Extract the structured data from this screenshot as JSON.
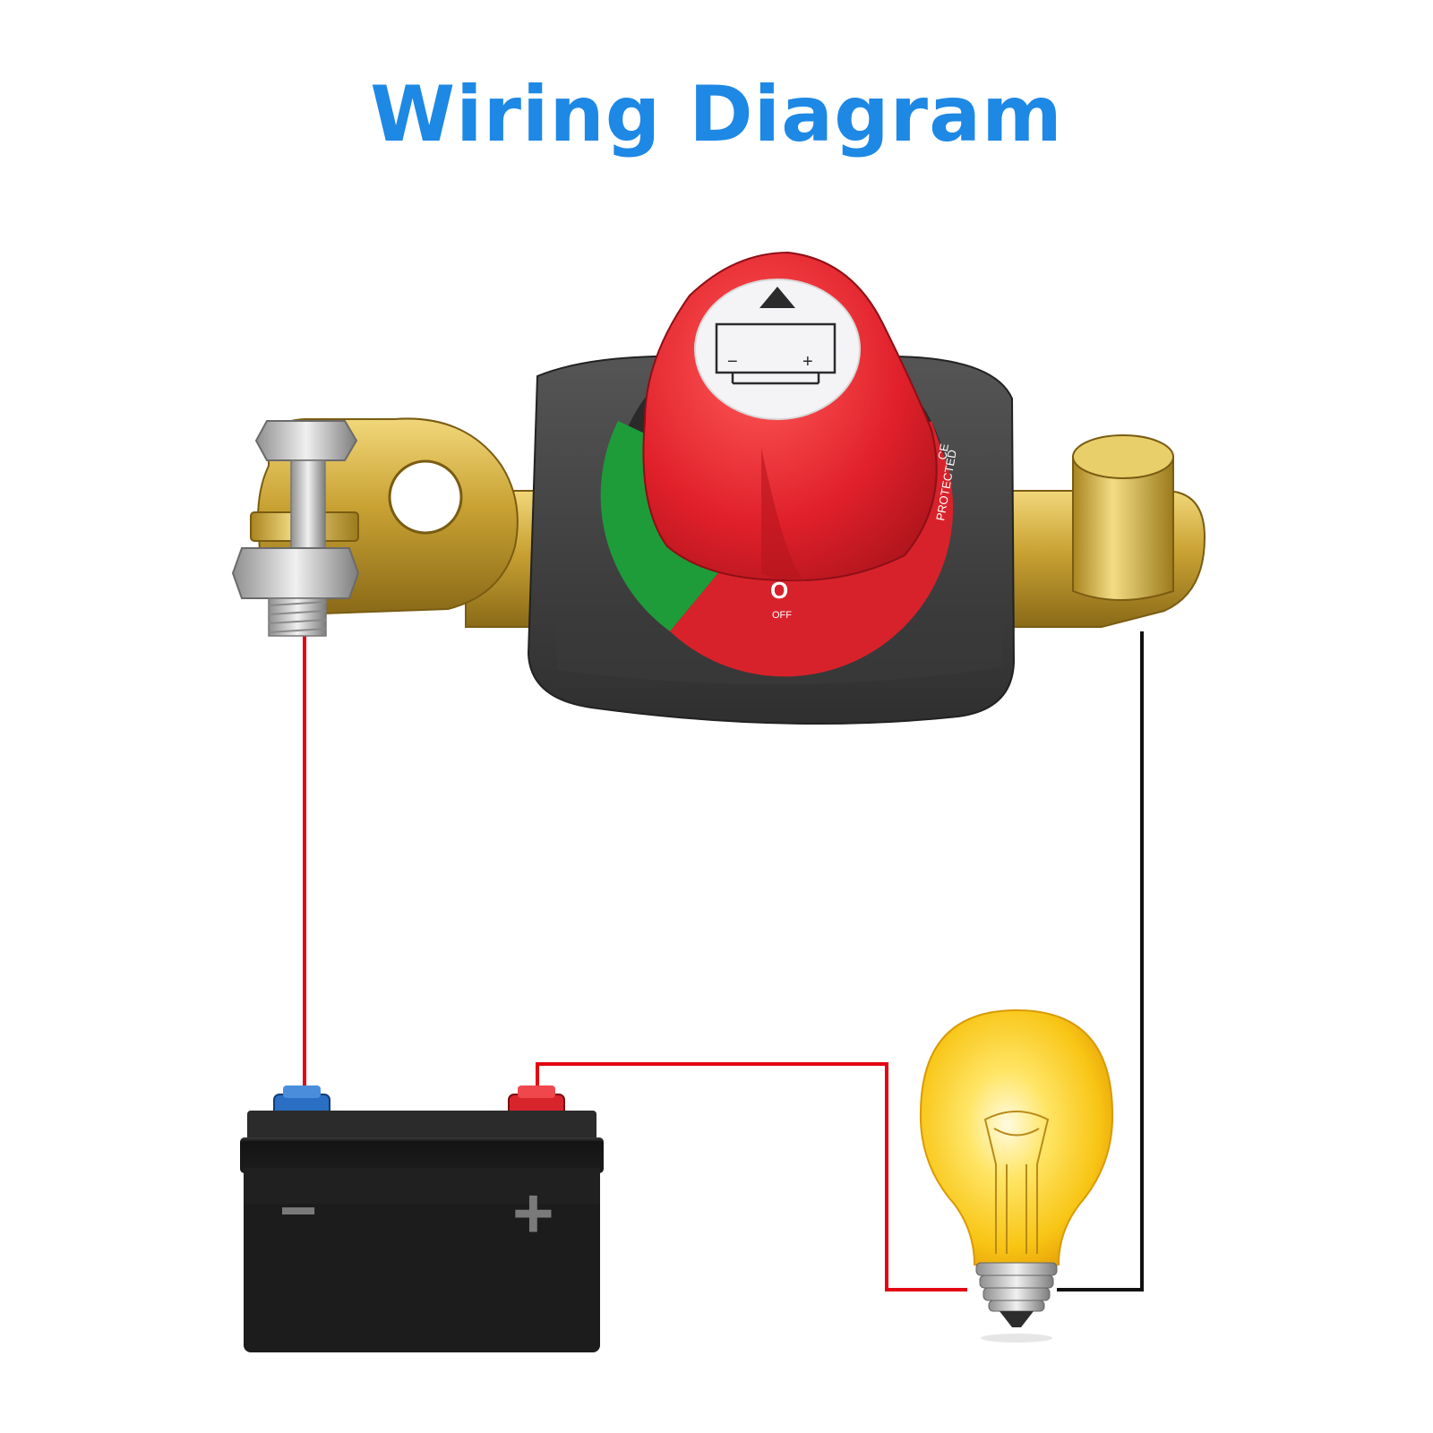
{
  "title": "Wiring Diagram",
  "colors": {
    "title": "#1e88e5",
    "positive_wire": "#e30613",
    "negative_wire": "#111111",
    "switch_base": "#444444",
    "knob": "#e0202a",
    "brass": "#c9a233",
    "battery_body": "#1c1c1c",
    "negative_terminal": "#2a6fc4",
    "positive_terminal": "#d8252c",
    "bulb": "#fcd43a"
  },
  "switch": {
    "knob_label_minus": "−",
    "knob_label_plus": "+",
    "dial_text_on": "O",
    "dial_text_off": "OFF",
    "dial_text_protected": "PROTECTED",
    "dial_text_ce": "CE",
    "knob_arrow_icon": "triangle-up-icon"
  },
  "battery": {
    "negative_symbol": "−",
    "positive_symbol": "+"
  }
}
